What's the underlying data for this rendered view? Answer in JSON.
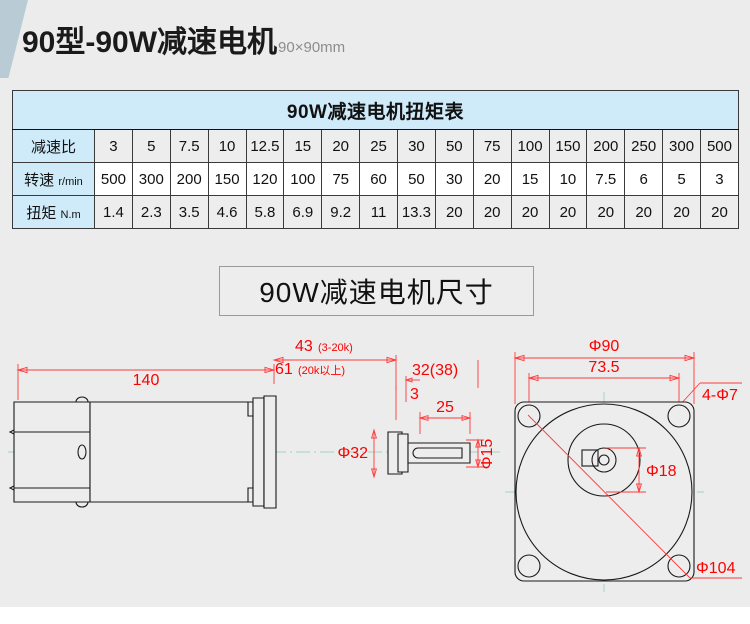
{
  "header": {
    "main_title": "90型-90W减速电机",
    "sub_title": "90×90mm"
  },
  "colors": {
    "accent_blue": "#cfeaf8",
    "corner_band": "#b9ccd5",
    "dimension_red": "#ff0000",
    "drawing_line": "#1a1a1a",
    "center_line_green": "#b8ddc8",
    "page_background": "#ececec"
  },
  "torque_table": {
    "title": "90W减速电机扭矩表",
    "rows": [
      {
        "label": "减速比",
        "unit": "",
        "values": [
          "3",
          "5",
          "7.5",
          "10",
          "12.5",
          "15",
          "20",
          "25",
          "30",
          "50",
          "75",
          "100",
          "150",
          "200",
          "250",
          "300",
          "500"
        ]
      },
      {
        "label": "转速",
        "unit": "r/min",
        "values": [
          "500",
          "300",
          "200",
          "150",
          "120",
          "100",
          "75",
          "60",
          "50",
          "30",
          "20",
          "15",
          "10",
          "7.5",
          "6",
          "5",
          "3"
        ]
      },
      {
        "label": "扭矩",
        "unit": "N.m",
        "values": [
          "1.4",
          "2.3",
          "3.5",
          "4.6",
          "5.8",
          "6.9",
          "9.2",
          "11",
          "13.3",
          "20",
          "20",
          "20",
          "20",
          "20",
          "20",
          "20",
          "20"
        ]
      }
    ]
  },
  "dimension_section": {
    "title": "90W减速电机尺寸"
  },
  "side_view": {
    "dim_140": "140",
    "dim_43": "43",
    "dim_43_note": "(3-20k)",
    "dim_61": "61",
    "dim_61_note": "(20k以上)",
    "dim_32": "32(38)",
    "dim_3": "3",
    "dim_25": "25",
    "dim_phi32": "Φ32",
    "dim_phi15": "Φ15"
  },
  "front_view": {
    "dim_phi90": "Φ90",
    "dim_73_5": "73.5",
    "dim_holes": "4-Φ7",
    "dim_phi18": "Φ18",
    "dim_phi104": "Φ104"
  },
  "chart_data": {
    "type": "table",
    "title": "90W减速电机扭矩表",
    "categories": [
      "3",
      "5",
      "7.5",
      "10",
      "12.5",
      "15",
      "20",
      "25",
      "30",
      "50",
      "75",
      "100",
      "150",
      "200",
      "250",
      "300",
      "500"
    ],
    "xlabel": "减速比",
    "series": [
      {
        "name": "转速 r/min",
        "values": [
          500,
          300,
          200,
          150,
          120,
          100,
          75,
          60,
          50,
          30,
          20,
          15,
          10,
          7.5,
          6,
          5,
          3
        ]
      },
      {
        "name": "扭矩 N.m",
        "values": [
          1.4,
          2.3,
          3.5,
          4.6,
          5.8,
          6.9,
          9.2,
          11,
          13.3,
          20,
          20,
          20,
          20,
          20,
          20,
          20,
          20
        ]
      }
    ]
  }
}
